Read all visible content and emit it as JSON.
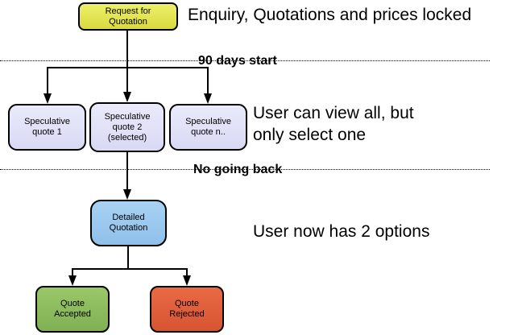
{
  "nodes": {
    "request": {
      "label": "Request for\nQuotation",
      "color": "#e3e455"
    },
    "spec1": {
      "label": "Speculative\nquote 1",
      "color": "#e2e2f8"
    },
    "spec2": {
      "label": "Speculative\nquote 2\n(selected)",
      "color": "#e2e2f8"
    },
    "specn": {
      "label": "Speculative\nquote n..",
      "color": "#e2e2f8"
    },
    "detailed": {
      "label": "Detailed\nQuotation",
      "color": "#9cc9f0"
    },
    "accepted": {
      "label": "Quote\nAccepted",
      "color": "#8dbe5e"
    },
    "rejected": {
      "label": "Quote\nRejected",
      "color": "#e05f3b"
    }
  },
  "dividers": {
    "first": {
      "label": "90 days start"
    },
    "second": {
      "label": "No going back"
    }
  },
  "annotations": {
    "top": "Enquiry, Quotations and prices locked",
    "middle": "User can view all, but\nonly select one",
    "bottom": "User now has 2 options"
  }
}
